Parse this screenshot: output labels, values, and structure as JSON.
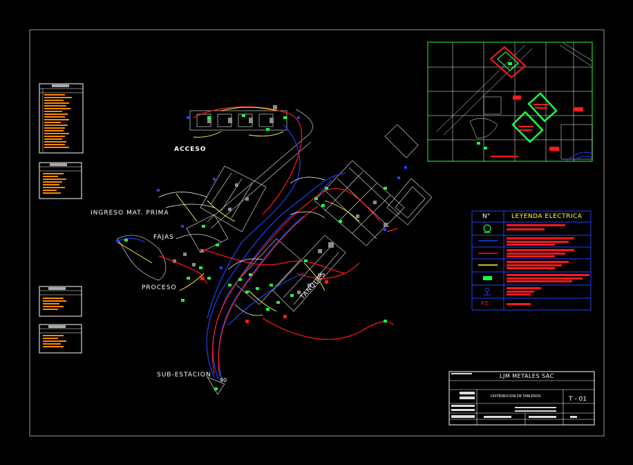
{
  "drawing": {
    "areas": {
      "acceso": "ACCESO",
      "ingreso": "INGRESO MAT. PRIMA",
      "fajas": "FAJAS",
      "proceso": "PROCESO",
      "tanques": "TANQUES",
      "subestacion": "SUB-ESTACION"
    },
    "post_number": "90"
  },
  "legend": {
    "header_no": "N°",
    "header_title": "LEYENDA ELECTRICA",
    "last_symbol": "P.E"
  },
  "title_block": {
    "company": "LJM METALES SAC",
    "sheet_title": "DISTRIBUCION DE TABLEROS",
    "sheet_code": "T - 01"
  },
  "colors": {
    "background": "#000000",
    "red": "#ff1a1a",
    "blue": "#2040ff",
    "yellow": "#ffff40",
    "green": "#20ff40",
    "orange": "#ff8c00",
    "white": "#ffffff"
  }
}
